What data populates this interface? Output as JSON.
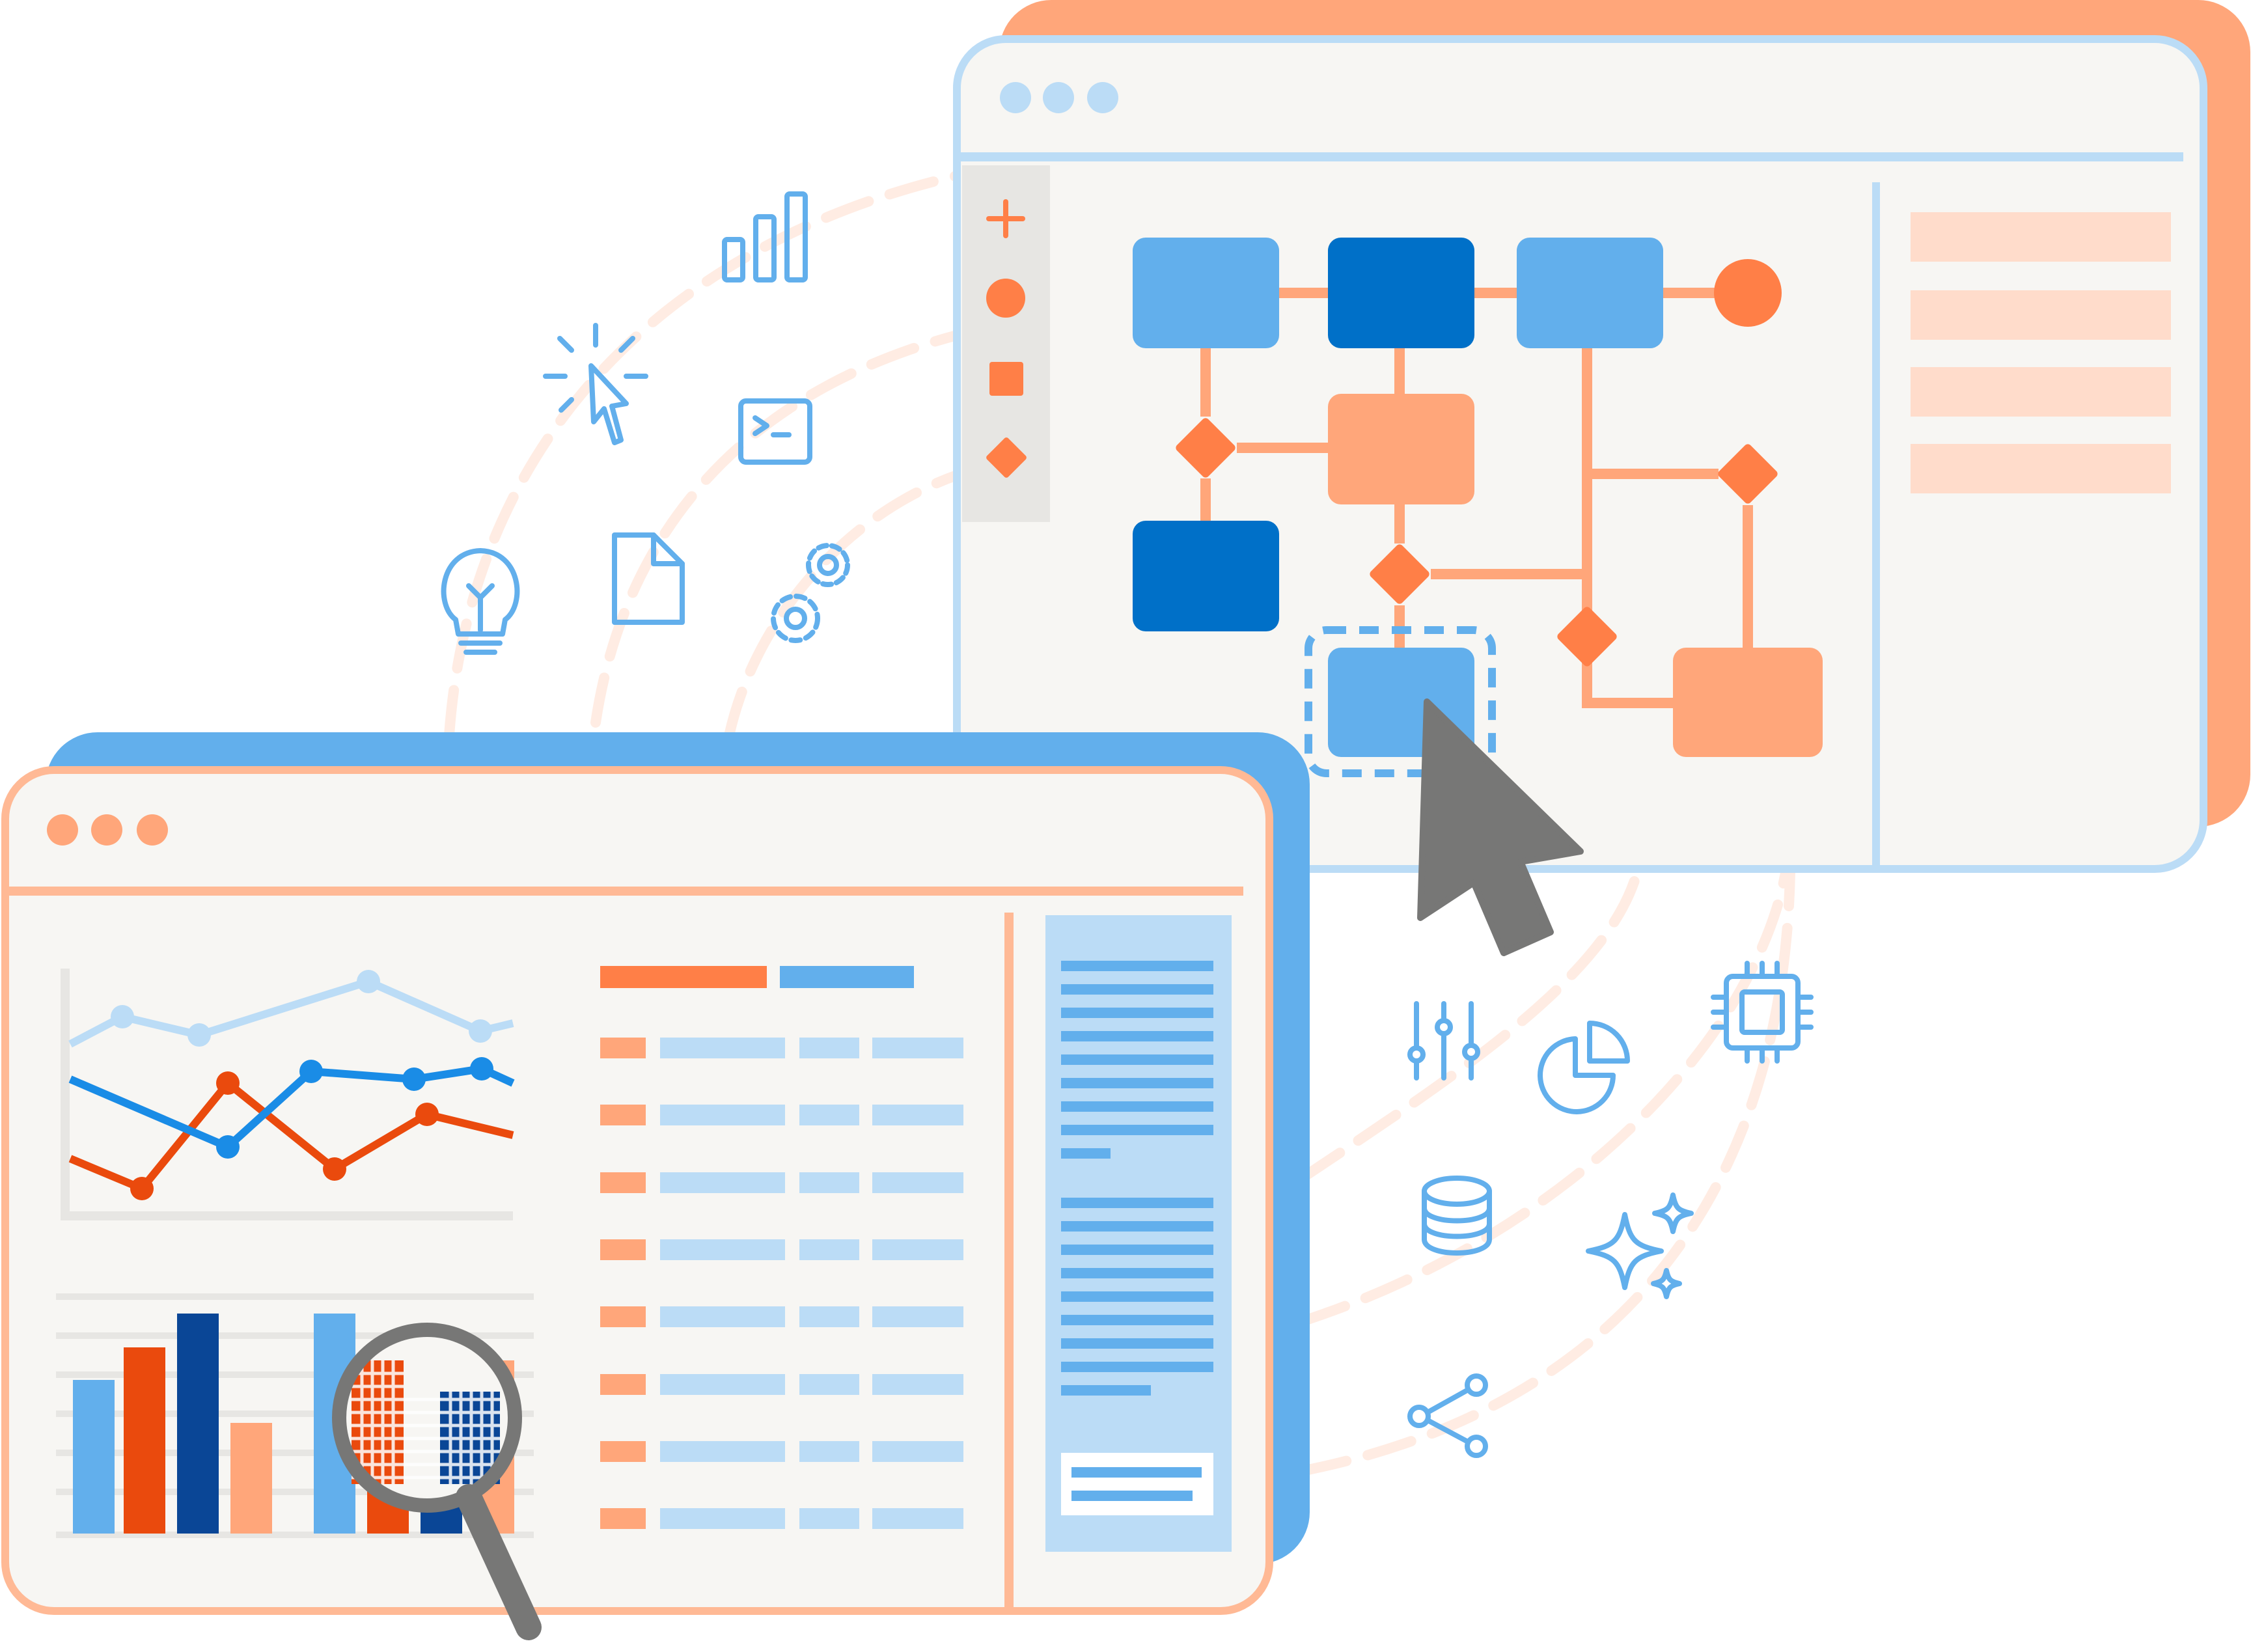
{
  "colors": {
    "orange": "#ff7f47",
    "orange_dark": "#ea4a0d",
    "peach": "#ffa67a",
    "peach_light": "#ffdccb",
    "peach_faint": "#fff0e8",
    "blue": "#62afec",
    "blue_dark": "#0070c8",
    "navy": "#0a4696",
    "blue_light": "#bbdcf6",
    "panel": "#f7f6f3",
    "gray": "#777776",
    "gray_light": "#e7e6e3"
  },
  "orbit_icons": [
    "bar-chart-icon",
    "pointer-click-icon",
    "terminal-icon",
    "lightbulb-icon",
    "document-icon",
    "gears-icon",
    "sliders-icon",
    "pie-chart-icon",
    "cpu-chip-icon",
    "database-icon",
    "sparkles-icon",
    "share-icon"
  ],
  "diagram_window": {
    "toolbar_icons": [
      "plus-icon",
      "circle-shape-icon",
      "square-shape-icon",
      "diamond-shape-icon"
    ],
    "window_dots": 3,
    "property_rows": 4
  },
  "analytics_window": {
    "window_dots": 3,
    "table_rows": 8,
    "line_chart_series": [
      "light-blue",
      "blue",
      "orange"
    ],
    "bar_chart_series": [
      "blue",
      "orange",
      "navy",
      "peach"
    ]
  }
}
